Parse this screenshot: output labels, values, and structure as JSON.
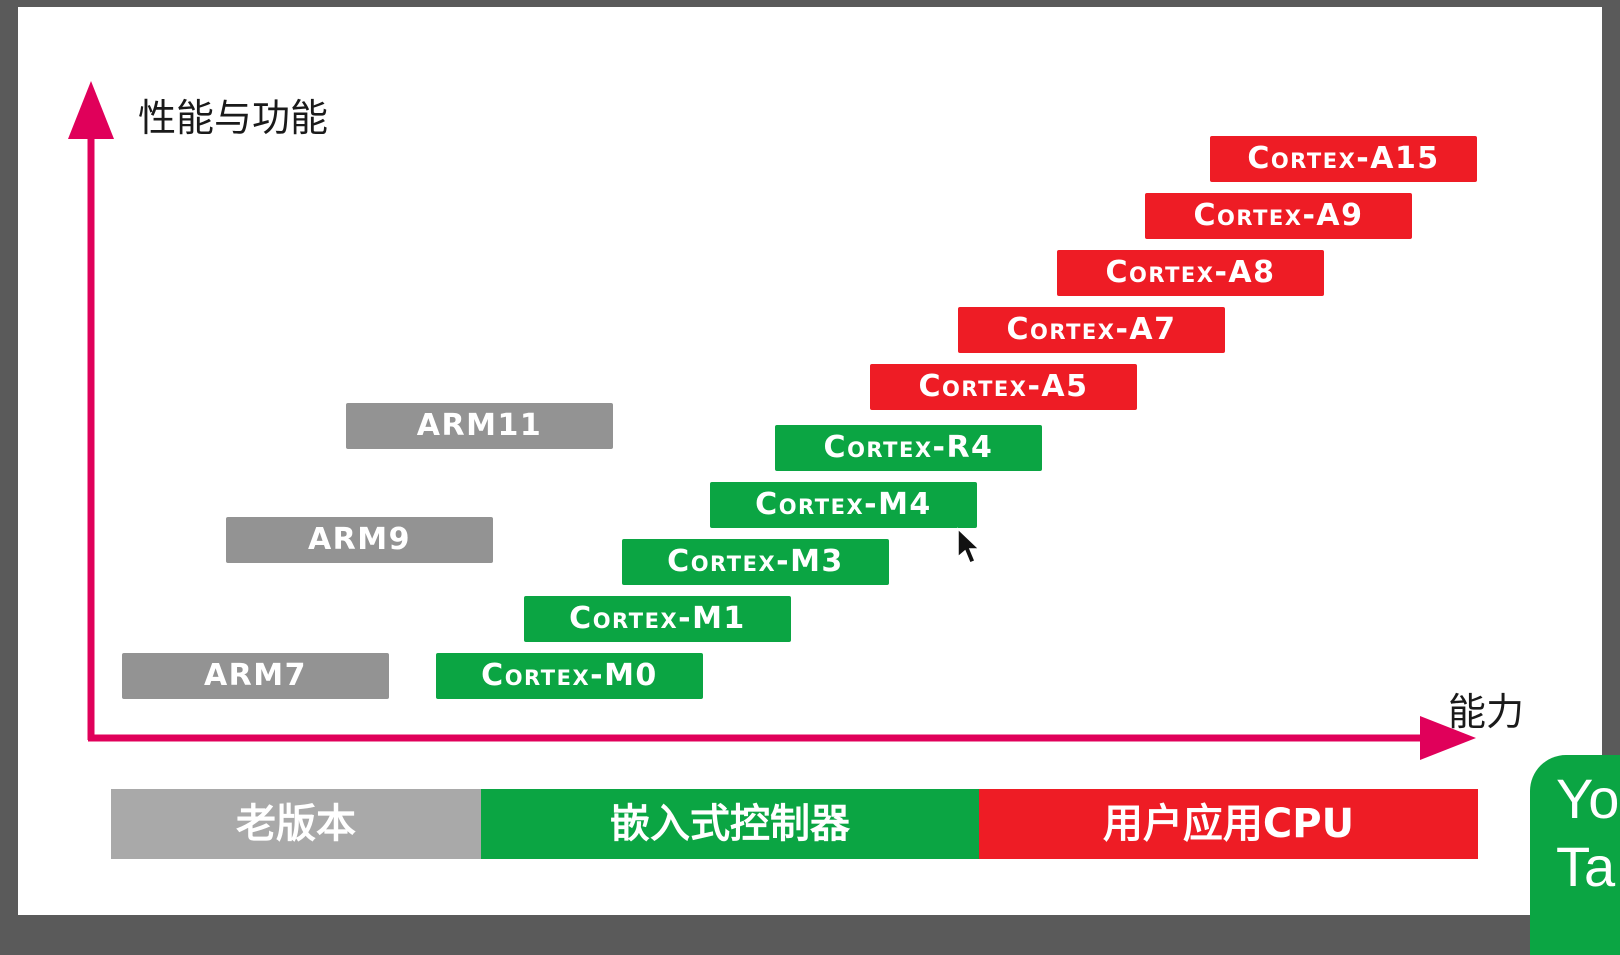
{
  "axes": {
    "y_label": "性能与功能",
    "x_label": "能力",
    "color": "#e0005a"
  },
  "chips": {
    "arm7": "ARM7",
    "arm9": "ARM9",
    "arm11": "ARM11",
    "m0": "Cortex-M0",
    "m1": "Cortex-M1",
    "m3": "Cortex-M3",
    "m4": "Cortex-M4",
    "r4": "Cortex-R4",
    "a5": "Cortex-A5",
    "a7": "Cortex-A7",
    "a8": "Cortex-A8",
    "a9": "Cortex-A9",
    "a15": "Cortex-A15"
  },
  "categories": {
    "old": "老版本",
    "embedded": "嵌入式控制器",
    "cpu": "用户应用CPU"
  },
  "colors": {
    "gray": "#939393",
    "green": "#0ba543",
    "red": "#ee1c25"
  },
  "corner_badge": {
    "line1": "Yo",
    "line2": "Ta"
  }
}
